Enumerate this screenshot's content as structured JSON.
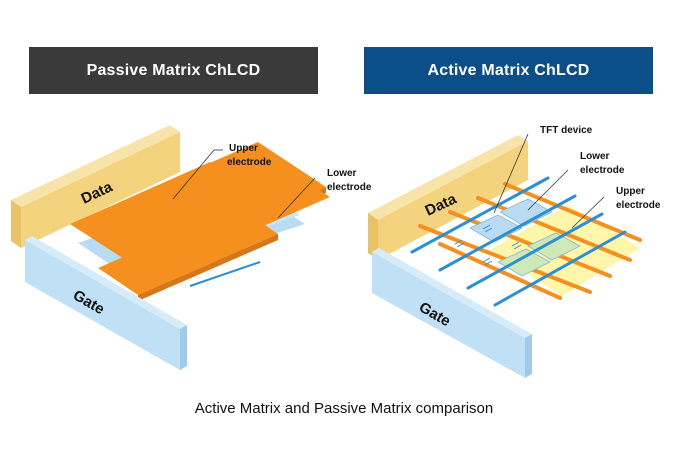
{
  "colors": {
    "passive_banner": "#3a3a3a",
    "active_banner": "#0b4f8a",
    "data_slab": "#f3d37e",
    "gate_slab": "#bfe0f5",
    "orange_electrode": "#f5901f",
    "blue_electrode": "#b9dcf2",
    "tft_line": "#2c8fd4",
    "yellow_glow": "#fff5a0",
    "green_pixel": "#cfe8b8"
  },
  "passive": {
    "title": "Passive Matrix ChLCD",
    "data_label": "Data",
    "gate_label": "Gate",
    "upper_electrode": [
      "Upper",
      "electrode"
    ],
    "lower_electrode": [
      "Lower",
      "electrode"
    ]
  },
  "active": {
    "title": "Active Matrix ChLCD",
    "data_label": "Data",
    "gate_label": "Gate",
    "tft_device": "TFT device",
    "lower_electrode": [
      "Lower",
      "electrode"
    ],
    "upper_electrode": [
      "Upper",
      "electrode"
    ]
  },
  "caption": "Active Matrix and Passive Matrix comparison"
}
